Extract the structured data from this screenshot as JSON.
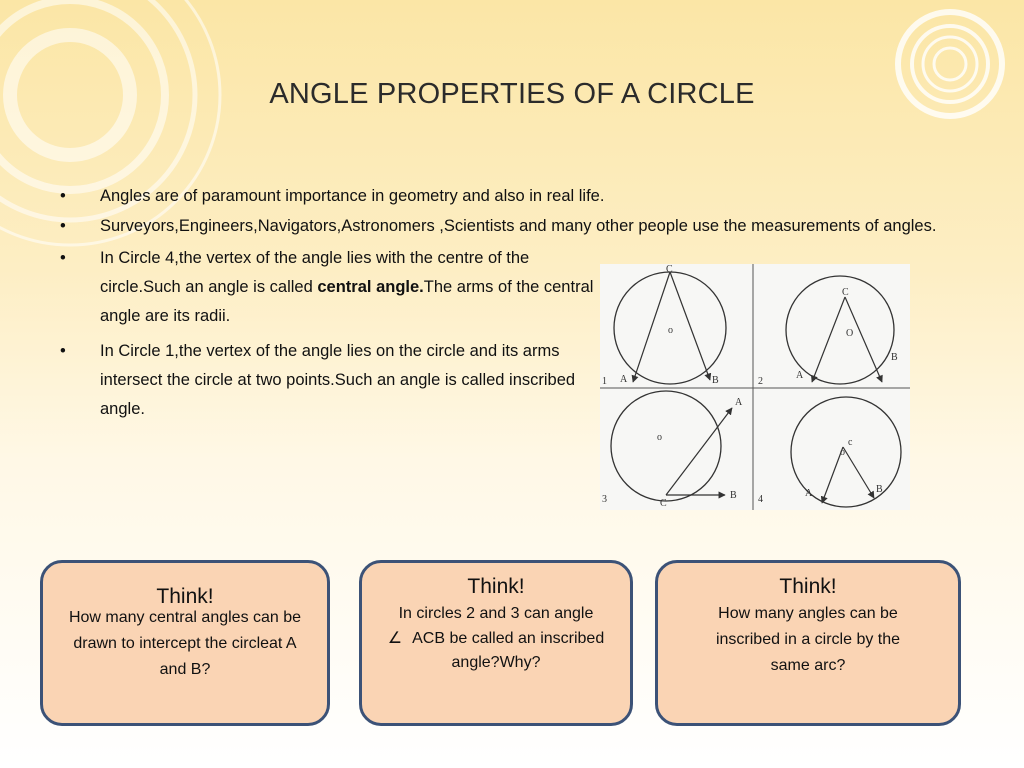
{
  "slide": {
    "title": "ANGLE PROPERTIES OF A CIRCLE",
    "bullets": [
      {
        "text": "Angles are of paramount importance in geometry and also in real life."
      },
      {
        "text": "Surveyors,Engineers,Navigators,Astronomers ,Scientists and many other people use the measurements of angles."
      },
      {
        "pre": "In Circle 4,the vertex of the angle lies with the centre of the circle.Such an angle is called ",
        "bold": "central angle.",
        "post": "The arms of the central angle are its radii."
      },
      {
        "text": "In Circle 1,the vertex of the angle lies on the circle and its arms intersect the circle at two points.Such an angle is called inscribed angle."
      }
    ],
    "bullet_symbol": "•"
  },
  "figure": {
    "panel_numbers": [
      "1",
      "2",
      "3",
      "4"
    ],
    "labels": {
      "p1": {
        "c": "C",
        "o": "o",
        "a": "A",
        "b": "B"
      },
      "p2": {
        "c": "C",
        "o": "O",
        "a": "A",
        "b": "B"
      },
      "p3": {
        "o": "o",
        "a": "A",
        "c": "C",
        "b": "B"
      },
      "p4": {
        "c": "c",
        "o": "o",
        "a": "A",
        "b": "B"
      }
    }
  },
  "cards": [
    {
      "heading": "Think!",
      "body": "How many central angles can be drawn to intercept the circleat A and B?"
    },
    {
      "heading": "Think!",
      "body_line1": "In circles 2 and 3 can angle",
      "angle_symbol": "∠",
      "body_rest": "ACB be called an inscribed angle?Why?"
    },
    {
      "heading": "Think!",
      "body": "How many angles can be inscribed in a circle by the same arc?"
    }
  ],
  "colors": {
    "card_fill": "#fad4b4",
    "card_border": "#3c5277",
    "background_top": "#fbe6a6"
  }
}
